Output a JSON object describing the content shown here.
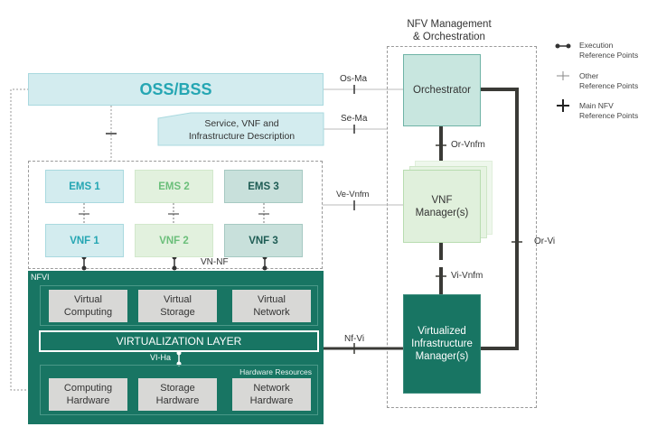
{
  "diagram": {
    "mano": {
      "title_line1": "NFV Management",
      "title_line2": "& Orchestration",
      "orchestrator": "Orchestrator",
      "vnf_manager_line1": "VNF",
      "vnf_manager_line2": "Manager(s)",
      "vim_line1": "Virtualized",
      "vim_line2": "Infrastructure",
      "vim_line3": "Manager(s)"
    },
    "oss_bss": "OSS/BSS",
    "description_line1": "Service, VNF and",
    "description_line2": "Infrastructure Description",
    "ems": [
      "EMS 1",
      "EMS 2",
      "EMS 3"
    ],
    "vnf": [
      "VNF 1",
      "VNF 2",
      "VNF 3"
    ],
    "nfvi": {
      "label": "NFVI",
      "virtual": [
        {
          "line1": "Virtual",
          "line2": "Computing"
        },
        {
          "line1": "Virtual",
          "line2": "Storage"
        },
        {
          "line1": "Virtual",
          "line2": "Network"
        }
      ],
      "virtualization_layer": "VIRTUALIZATION LAYER",
      "hardware_resources_label": "Hardware Resources",
      "hardware": [
        {
          "line1": "Computing",
          "line2": "Hardware"
        },
        {
          "line1": "Storage",
          "line2": "Hardware"
        },
        {
          "line1": "Network",
          "line2": "Hardware"
        }
      ]
    },
    "reference_points": {
      "os_ma": "Os-Ma",
      "se_ma": "Se-Ma",
      "ve_vnfm": "Ve-Vnfm",
      "or_vnfm": "Or-Vnfm",
      "vi_vnfm": "Vi-Vnfm",
      "or_vi": "Or-Vi",
      "nf_vi": "Nf-Vi",
      "vn_nf": "VN-NF",
      "vi_ha": "VI-Ha"
    },
    "legend": [
      {
        "icon": "execution-reference-point-icon",
        "line1": "Execution",
        "line2": "Reference Points"
      },
      {
        "icon": "other-reference-point-icon",
        "line1": "Other",
        "line2": "Reference Points"
      },
      {
        "icon": "main-nfv-reference-point-icon",
        "line1": "Main NFV",
        "line2": "Reference Points"
      }
    ],
    "colors": {
      "teal_dark": "#187563",
      "cyan_light": "#d3ecef",
      "cyan_text": "#25a6b3",
      "green_light": "#e2f1de",
      "green_text": "#6bbf7a",
      "line_dark": "#3a3a36"
    }
  }
}
